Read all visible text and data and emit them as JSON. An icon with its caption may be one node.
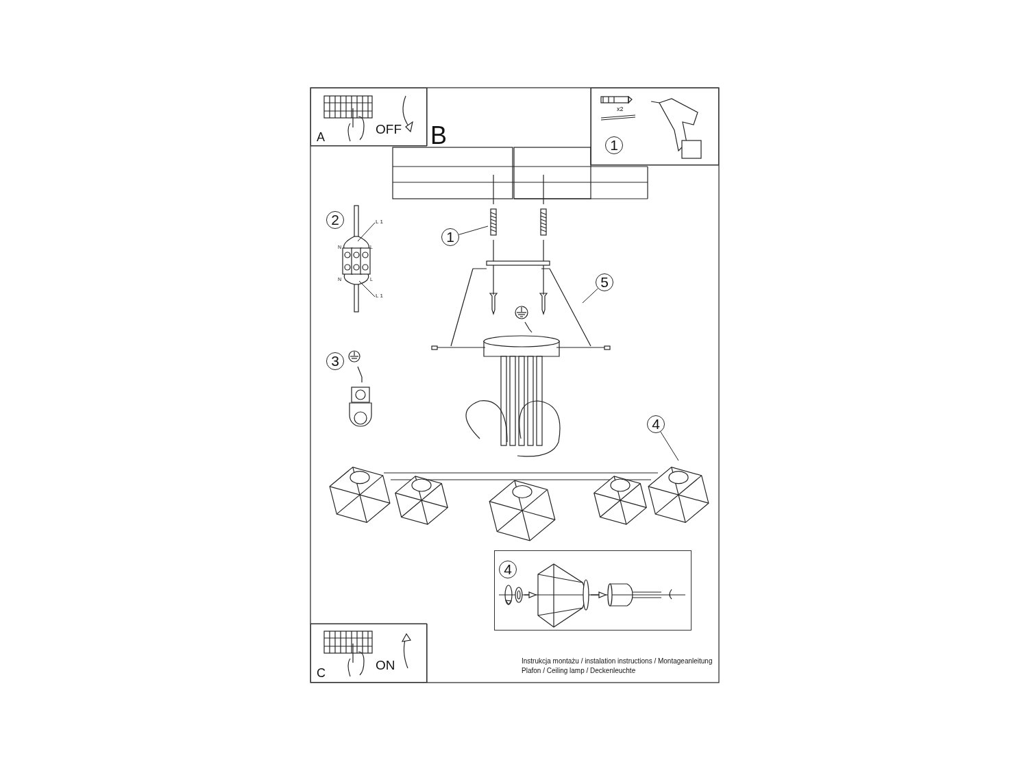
{
  "diagram": {
    "nodes": [
      {
        "text": [
          "A",
          "OFF"
        ]
      },
      {
        "text": [
          "x2"
        ]
      },
      {
        "text": [
          "1"
        ],
        "in": 1
      },
      {
        "text": [
          "1"
        ]
      },
      {
        "text": [
          "2"
        ]
      },
      {
        "text": [
          "5"
        ]
      },
      {
        "text": [
          "3"
        ]
      },
      {
        "text": [
          "4"
        ]
      },
      {
        "text": [],
        "shape": "box"
      },
      {
        "text": [
          "4"
        ],
        "in": 8
      },
      {
        "text": [
          "C",
          "ON"
        ]
      },
      {
        "text": [
          "L 1"
        ]
      },
      {
        "text": [
          "L 1"
        ]
      },
      {
        "text": [],
        "shape": "picture"
      }
    ],
    "edges": [
      {
        "from": 3,
        "to": null,
        "arrow": "none"
      },
      {
        "from": 5,
        "to": null,
        "arrow": "none"
      },
      {
        "from": 7,
        "to": null,
        "arrow": "none"
      },
      {
        "from": 11,
        "to": 13,
        "arrow": "none"
      },
      {
        "from": 12,
        "to": 13,
        "arrow": "none"
      }
    ],
    "labels": [
      "B",
      "N",
      "L",
      "N",
      "L",
      "Instrukcja montażu / instalation instructions / Montageanleitung",
      "Plafon / Ceiling lamp / Deckenleuchte"
    ]
  }
}
